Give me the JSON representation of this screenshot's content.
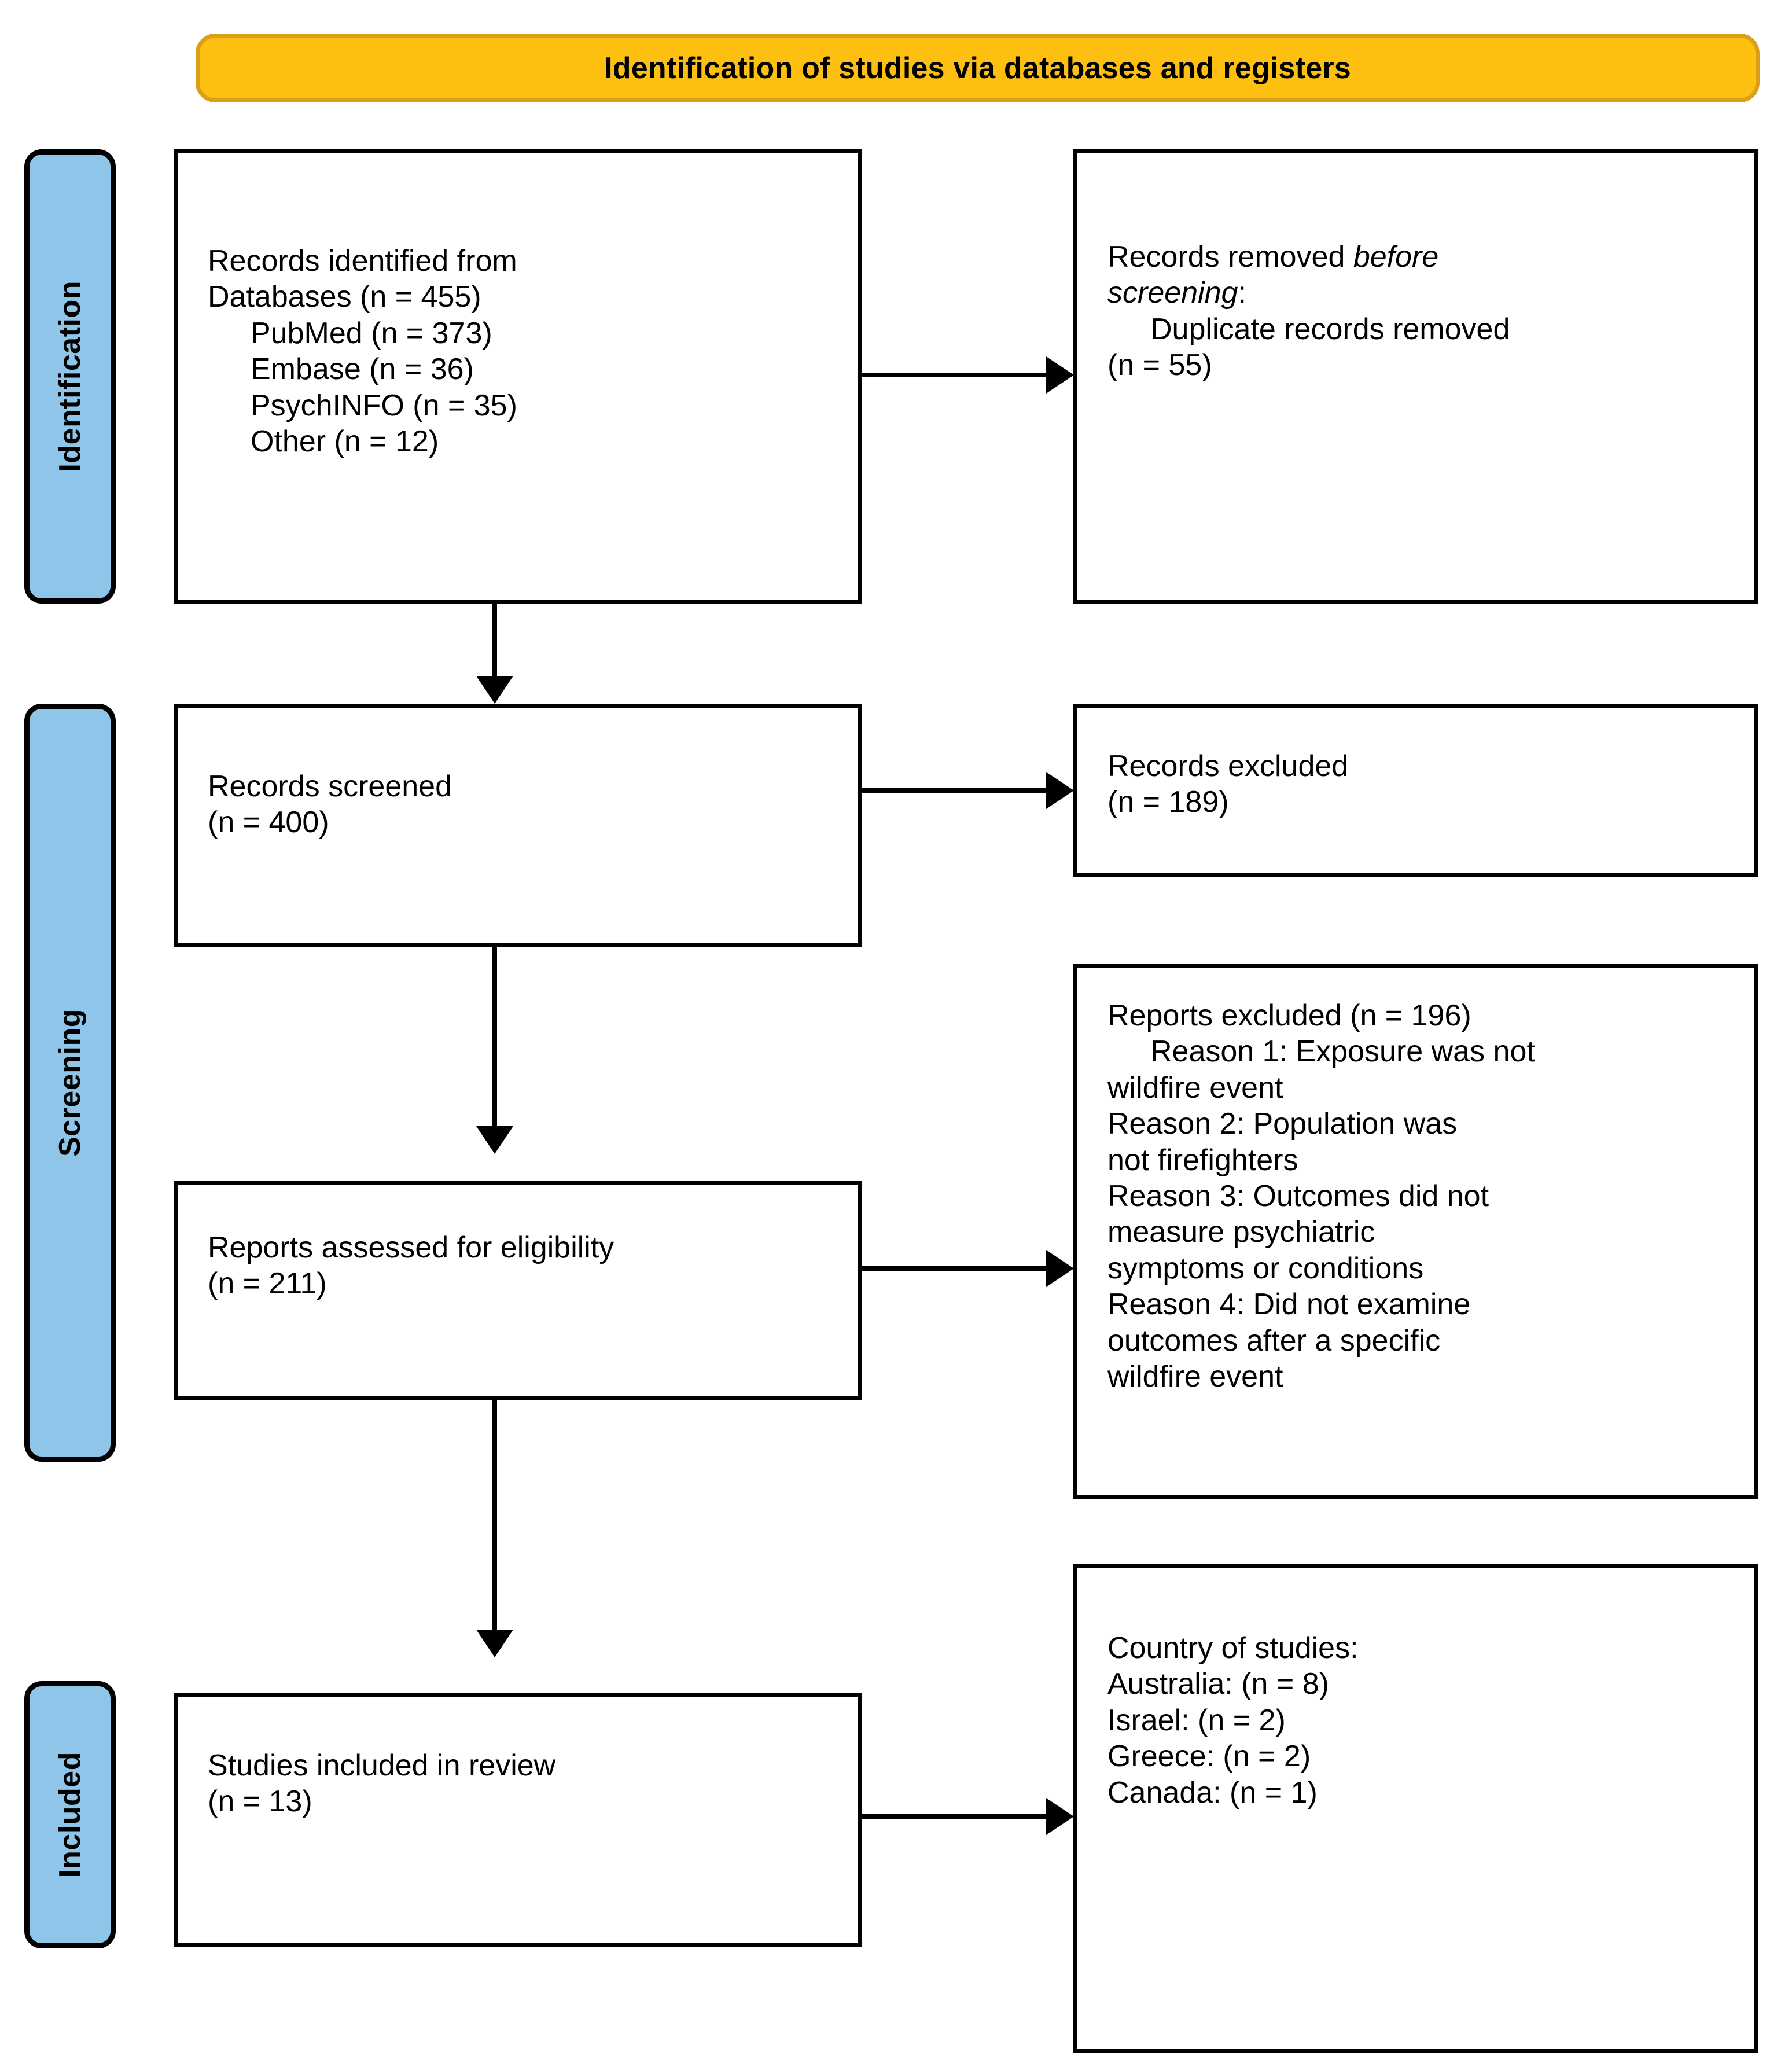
{
  "banner": {
    "title": "Identification of studies via databases and registers"
  },
  "stages": [
    {
      "id": "identification",
      "label": "Identification"
    },
    {
      "id": "screening",
      "label": "Screening"
    },
    {
      "id": "included",
      "label": "Included"
    }
  ],
  "boxes": {
    "identified": {
      "line1": "Records identified from",
      "line2": "Databases (n = 455)",
      "line3": "PubMed (n = 373)",
      "line4": "Embase (n = 36)",
      "line5": "PsychINFO (n = 35)",
      "line6": "Other (n = 12)"
    },
    "removed_before_screening": {
      "lead": "Records removed ",
      "italic1": "before",
      "italic2": "screening",
      "colon": ":",
      "line3": "Duplicate records removed",
      "line4": "(n = 55)"
    },
    "screened": {
      "line1": "Records screened",
      "line2": "(n = 400)"
    },
    "records_excluded": {
      "line1": "Records excluded",
      "line2": "(n = 189)"
    },
    "eligibility": {
      "line1": "Reports assessed for eligibility",
      "line2": "(n = 211)"
    },
    "reports_excluded": {
      "line1": "Reports excluded (n = 196)",
      "reason1a": "Reason 1: Exposure was not",
      "reason1b": "wildfire event",
      "reason2a": "Reason 2: Population was",
      "reason2b": "not firefighters",
      "reason3a": "Reason 3: Outcomes did not",
      "reason3b": "measure psychiatric",
      "reason3c": "symptoms or conditions",
      "reason4a": "Reason 4: Did not examine",
      "reason4b": "outcomes after a specific",
      "reason4c": "wildfire event"
    },
    "included_review": {
      "line1": "Studies included in review",
      "line2": "(n = 13)"
    },
    "country_of_studies": {
      "line1": "Country of studies:",
      "line2": "Australia: (n = 8)",
      "line3": "Israel: (n = 2)",
      "line4": "Greece: (n = 2)",
      "line5": "Canada: (n = 1)"
    }
  },
  "colors": {
    "banner_fill": "#FDC010",
    "banner_border": "#D9A017",
    "stage_bar_fill": "#8FC5E8",
    "box_border": "#000000",
    "connector": "#000000"
  },
  "flow_data": {
    "type": "prisma-flow",
    "identified_total": 455,
    "sources": {
      "PubMed": 373,
      "Embase": 36,
      "PsychINFO": 35,
      "Other": 12
    },
    "duplicates_removed": 55,
    "records_screened": 400,
    "records_excluded": 189,
    "reports_assessed": 211,
    "reports_excluded": 196,
    "studies_included": 13,
    "countries": {
      "Australia": 8,
      "Israel": 2,
      "Greece": 2,
      "Canada": 1
    }
  }
}
